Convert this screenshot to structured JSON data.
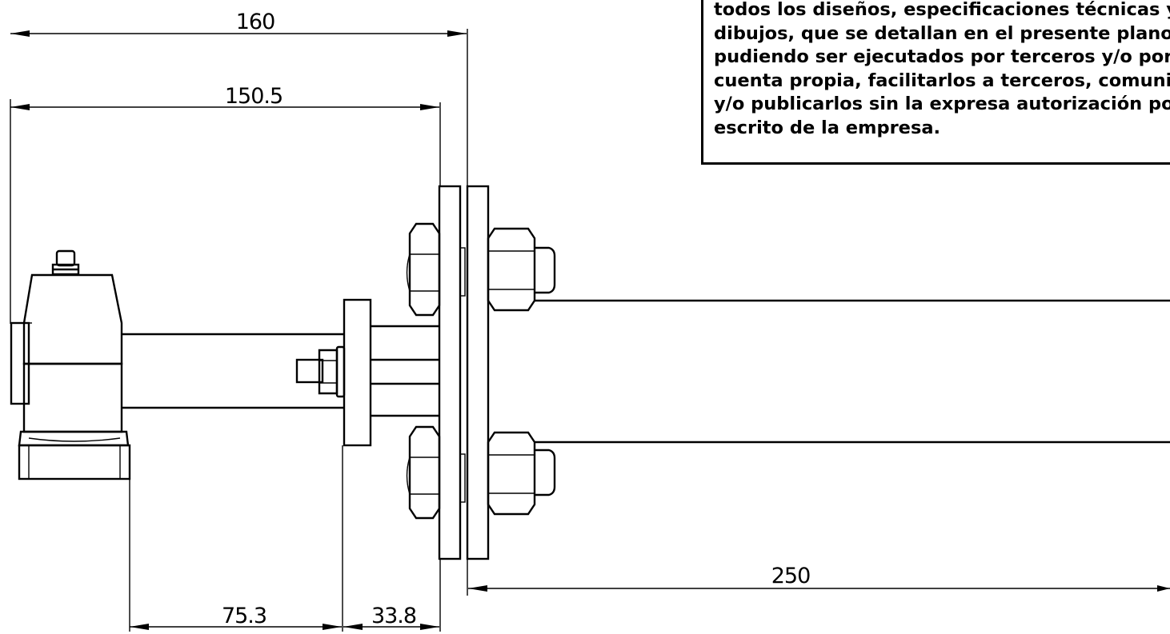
{
  "notice": {
    "lines": [
      "todos los diseños, especificaciones técnicas y",
      "dibujos, que se detallan en el presente plano,",
      "pudiendo ser ejecutados por terceros y/o por",
      "cuenta propia, facilitarlos a terceros, comunic",
      "y/o publicarlos sin la expresa autorización po",
      "escrito de la empresa."
    ]
  },
  "dimensions": {
    "overall": "160",
    "to_flange": "150.5",
    "shaft_length": "75.3",
    "hub_width": "33.8",
    "bolt_length": "250"
  }
}
